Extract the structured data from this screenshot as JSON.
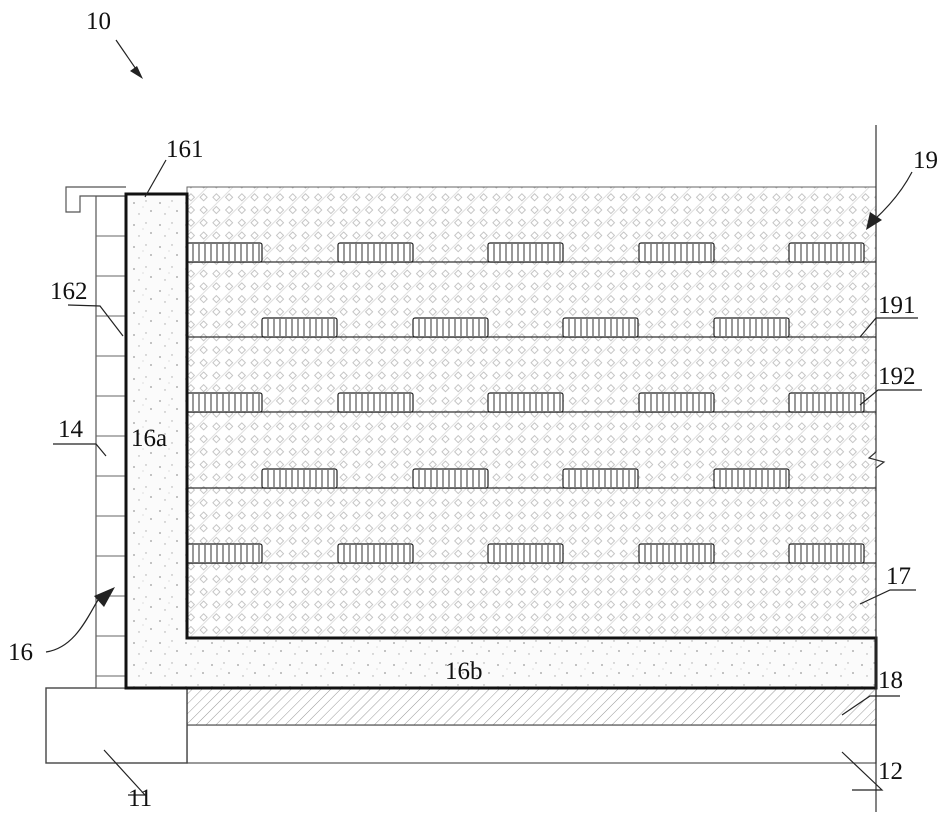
{
  "labels": {
    "figure": "10",
    "base_block": "11",
    "bottom_layer": "12",
    "facing_wall": "14",
    "l_wall": "16",
    "l_wall_top": "161",
    "l_wall_face": "162",
    "l_wall_stem": "16a",
    "l_wall_heel": "16b",
    "backfill": "17",
    "cushion_layer": "18",
    "reinforced_zone": "19",
    "geogrid_layer": "191",
    "drain_block": "192"
  }
}
